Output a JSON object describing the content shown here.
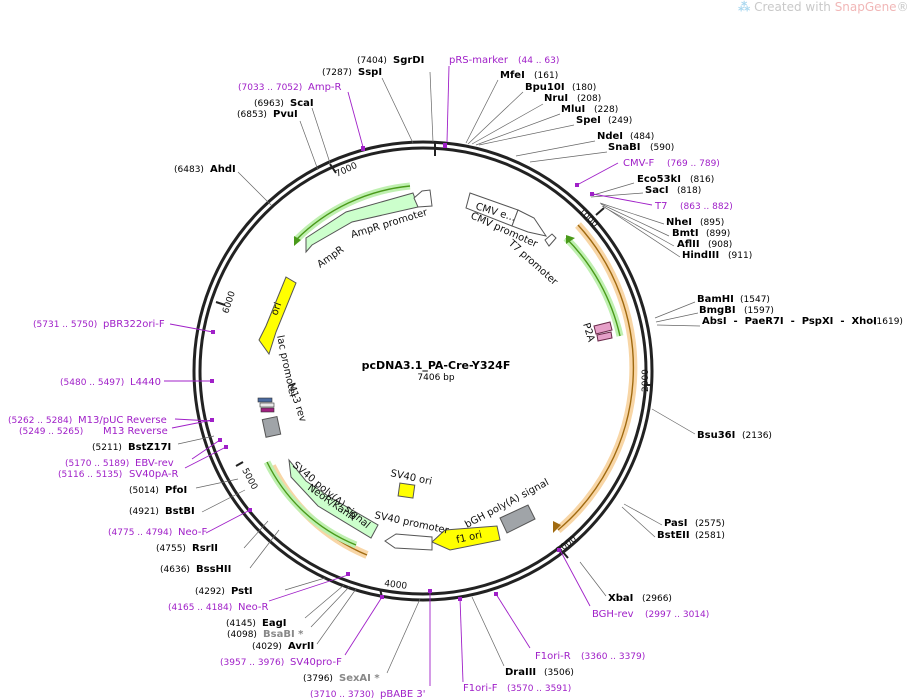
{
  "watermark": {
    "prefix": "Created with ",
    "brand": "SnapGene",
    "mark": "®"
  },
  "plasmid": {
    "name": "pcDNA3.1_PA-Cre-Y324F",
    "length": "7406 bp"
  },
  "ticks": [
    "1000",
    "2000",
    "3000",
    "4000",
    "5000",
    "6000",
    "7000"
  ],
  "features": [
    {
      "id": "cmv-e",
      "label": "CMV e..."
    },
    {
      "id": "cmv-promoter",
      "label": "CMV promoter"
    },
    {
      "id": "t7-promoter",
      "label": "T7 promoter"
    },
    {
      "id": "p2a",
      "label": "P2A"
    },
    {
      "id": "bgh-polya",
      "label": "bGH poly(A) signal"
    },
    {
      "id": "f1-ori",
      "label": "f1 ori"
    },
    {
      "id": "sv40-promoter",
      "label": "SV40 promoter"
    },
    {
      "id": "sv40-ori",
      "label": "SV40 ori"
    },
    {
      "id": "neor",
      "label": "NeoR/KanR"
    },
    {
      "id": "sv40-polya",
      "label": "SV40 poly(A) signal"
    },
    {
      "id": "m13-rev",
      "label": "M13 rev"
    },
    {
      "id": "lac-promoter",
      "label": "lac promoter"
    },
    {
      "id": "ori",
      "label": "ori"
    },
    {
      "id": "ampr",
      "label": "AmpR"
    },
    {
      "id": "ampr-promoter",
      "label": "AmpR promoter"
    }
  ],
  "sites": {
    "sgrdi": {
      "name": "SgrDI",
      "pos": "(7404)"
    },
    "sspi": {
      "name": "SspI",
      "pos": "(7287)"
    },
    "scai": {
      "name": "ScaI",
      "pos": "(6963)"
    },
    "pvui": {
      "name": "PvuI",
      "pos": "(6853)"
    },
    "ahdi": {
      "name": "AhdI",
      "pos": "(6483)"
    },
    "mfei": {
      "name": "MfeI",
      "pos": "(161)"
    },
    "bpu10i": {
      "name": "Bpu10I",
      "pos": "(180)"
    },
    "nrui": {
      "name": "NruI",
      "pos": "(208)"
    },
    "mlui": {
      "name": "MluI",
      "pos": "(228)"
    },
    "spei": {
      "name": "SpeI",
      "pos": "(249)"
    },
    "ndei": {
      "name": "NdeI",
      "pos": "(484)"
    },
    "snabi": {
      "name": "SnaBI",
      "pos": "(590)"
    },
    "eco53ki": {
      "name": "Eco53kI",
      "pos": "(816)"
    },
    "saci": {
      "name": "SacI",
      "pos": "(818)"
    },
    "nhei": {
      "name": "NheI",
      "pos": "(895)"
    },
    "bmti": {
      "name": "BmtI",
      "pos": "(899)"
    },
    "aflii": {
      "name": "AflII",
      "pos": "(908)"
    },
    "hindiii": {
      "name": "HindIII",
      "pos": "(911)"
    },
    "bamhi": {
      "name": "BamHI",
      "pos": "(1547)"
    },
    "bmgbi": {
      "name": "BmgBI",
      "pos": "(1597)"
    },
    "absi": {
      "name": "AbsI  -  PaeR7I  -  PspXI  -  XhoI",
      "pos": "(1619)"
    },
    "bsu36i": {
      "name": "Bsu36I",
      "pos": "(2136)"
    },
    "pasi": {
      "name": "PasI",
      "pos": "(2575)"
    },
    "bsteii": {
      "name": "BstEII",
      "pos": "(2581)"
    },
    "xbai": {
      "name": "XbaI",
      "pos": "(2966)"
    },
    "draiii": {
      "name": "DraIII",
      "pos": "(3506)"
    },
    "sexai": {
      "name": "SexAI *",
      "pos": "(3796)"
    },
    "avrii": {
      "name": "AvrII",
      "pos": "(4029)"
    },
    "bsabi": {
      "name": "BsaBI *",
      "pos": "(4098)"
    },
    "eagi": {
      "name": "EagI",
      "pos": "(4145)"
    },
    "psti": {
      "name": "PstI",
      "pos": "(4292)"
    },
    "bsshii": {
      "name": "BssHII",
      "pos": "(4636)"
    },
    "srii": {
      "name": "RsrII",
      "pos": "(4755)"
    },
    "bstbi": {
      "name": "BstBI",
      "pos": "(4921)"
    },
    "pfoi": {
      "name": "PfoI",
      "pos": "(5014)"
    },
    "bstz17i": {
      "name": "BstZ17I",
      "pos": "(5211)"
    }
  },
  "primers": {
    "prs": {
      "name": "pRS-marker",
      "pos": "(44 .. 63)"
    },
    "ampr": {
      "name": "Amp-R",
      "pos": "(7033 .. 7052)"
    },
    "cmvf": {
      "name": "CMV-F",
      "pos": "(769 .. 789)"
    },
    "t7": {
      "name": "T7",
      "pos": "(863 .. 882)"
    },
    "bghrev": {
      "name": "BGH-rev",
      "pos": "(2997 .. 3014)"
    },
    "f1orir": {
      "name": "F1ori-R",
      "pos": "(3360 .. 3379)"
    },
    "f1orif": {
      "name": "F1ori-F",
      "pos": "(3570 .. 3591)"
    },
    "pbabe": {
      "name": "pBABE 3'",
      "pos": "(3710 .. 3730)"
    },
    "sv40pro": {
      "name": "SV40pro-F",
      "pos": "(3957 .. 3976)"
    },
    "neor": {
      "name": "Neo-R",
      "pos": "(4165 .. 4184)"
    },
    "neof": {
      "name": "Neo-F",
      "pos": "(4775 .. 4794)"
    },
    "sv40pa": {
      "name": "SV40pA-R",
      "pos": "(5116 .. 5135)"
    },
    "ebv": {
      "name": "EBV-rev",
      "pos": "(5170 .. 5189)"
    },
    "m13r": {
      "name": "M13 Reverse",
      "pos": "(5249 .. 5265)"
    },
    "m13puc": {
      "name": "M13/pUC Reverse",
      "pos": "(5262 .. 5284)"
    },
    "l4440": {
      "name": "L4440",
      "pos": "(5480 .. 5497)"
    },
    "pbr322": {
      "name": "pBR322ori-F",
      "pos": "(5731 .. 5750)"
    }
  },
  "colors": {
    "purple": "#a020c8",
    "green_feature": "#ccffcc",
    "yellow_feature": "#ffff00",
    "gray_feature": "#a0a4a8",
    "orange_highlight": "#f5c888",
    "cds_line_green": "#4a9a1a",
    "cds_line_orange": "#a06a10"
  }
}
